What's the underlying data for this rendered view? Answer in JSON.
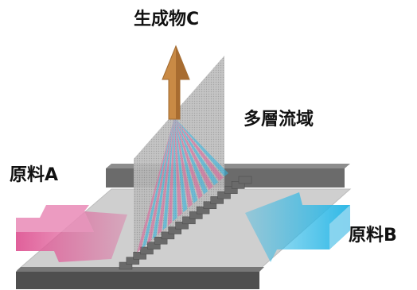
{
  "labels": {
    "product": "生成物C",
    "multilayer_flow": "多層流域",
    "feed_a": "原料A",
    "feed_b": "原料B"
  },
  "colors": {
    "feed_a": "#e0609a",
    "feed_b": "#2eb8e6",
    "product_arrow": "#c98a45",
    "plate": "#c8c8c8",
    "dark_bar": "#555555"
  },
  "layer_count": 18
}
